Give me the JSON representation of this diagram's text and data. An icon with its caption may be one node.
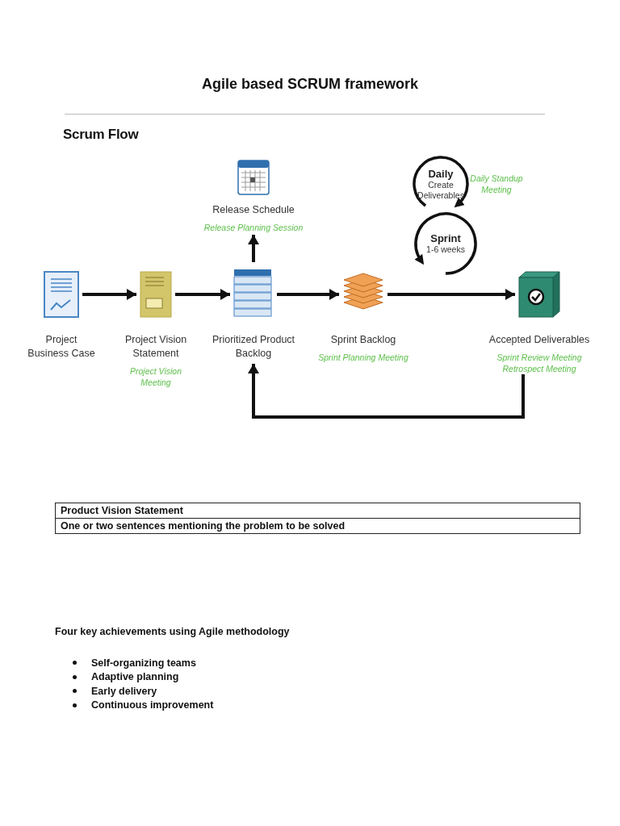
{
  "diagram": {
    "title": "Agile based SCRUM framework",
    "nodes": [
      {
        "text": [
          "Project Business Case"
        ]
      },
      {
        "text": [
          "Project Vision Statement",
          "Project Vision Meeting"
        ]
      },
      {
        "text": [
          "Prioritized Product Backlog"
        ]
      },
      {
        "text": [
          "Release Schedule",
          "Release Planning Session"
        ]
      },
      {
        "text": [
          "Sprint Backlog",
          "Sprint Planning Meeting"
        ]
      },
      {
        "text": [
          "Daily",
          "Create Deliverables"
        ],
        "beside": [
          "Daily Standup Meeting"
        ]
      },
      {
        "text": [
          "Sprint",
          "1-6 weeks"
        ]
      },
      {
        "text": [
          "Accepted Deliverables",
          "Sprint Review Meeting",
          "Retrospect Meeting"
        ]
      }
    ],
    "edges": [
      {
        "from": 0,
        "to": 1,
        "arrow": "to"
      },
      {
        "from": 1,
        "to": 2,
        "arrow": "to"
      },
      {
        "from": 2,
        "to": 3,
        "arrow": "to"
      },
      {
        "from": 2,
        "to": 4,
        "arrow": "to"
      },
      {
        "from": 4,
        "to": 7,
        "arrow": "to"
      },
      {
        "from": 7,
        "to": 2,
        "arrow": "to"
      }
    ],
    "labels": [
      "Scrum Flow",
      "Product Vision Statement",
      "One or two sentences mentioning the problem to be solved",
      "Four key achievements using Agile methodology",
      "Self-organizing teams",
      "Adaptive planning",
      "Early delivery",
      "Continuous improvement"
    ]
  }
}
